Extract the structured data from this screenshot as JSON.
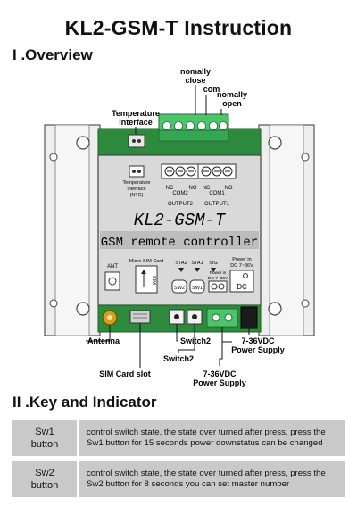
{
  "title": "KL2-GSM-T Instruction",
  "overview": {
    "heading": "I .Overview",
    "labels": {
      "nomally_close_1": "nomally",
      "nomally_close_2": "close",
      "com": "com",
      "nomally_open_1": "nomally",
      "nomally_open_2": "open",
      "temp_top_1": "Temperature",
      "temp_top_2": "interface",
      "antenna": "Antenna",
      "sim_slot": "SIM Card slot",
      "switch2_a": "Switch2",
      "switch2_b": "Switch2",
      "power_a_1": "7-36VDC",
      "power_a_2": "Power Supply",
      "power_b_1": "7-36VDC",
      "power_b_2": "Power Supply"
    },
    "board": {
      "temp_1": "Temperature",
      "temp_2": "interface",
      "temp_3": "(NTC)",
      "nc2": "NC",
      "com2": "COM2",
      "no2": "NO",
      "nc1": "NC",
      "com1": "COM1",
      "no1": "NO",
      "output2": "OUTPUT2",
      "output1": "OUTPUT1",
      "model": "KL2-GSM-T",
      "subtitle": "GSM remote controller",
      "ant": "ANT",
      "micro_sim": "Micro-SIM Card",
      "sim": "SIM",
      "sta2": "STA2",
      "sta1": "STA1",
      "sig": "SIG",
      "power_in_1": "Power in",
      "power_in_2": "DC 7~36V",
      "sw2": "SW2",
      "sw1": "SW1",
      "power_in_small_1": "Power in",
      "power_in_small_2": "DC 7~36V",
      "dc": "DC"
    }
  },
  "keys": {
    "heading": "II .Key and Indicator",
    "rows": [
      {
        "name_1": "Sw1",
        "name_2": "button",
        "desc": "control switch state, the state over turned after press, press the Sw1 button for 15 seconds power downstatus can be changed"
      },
      {
        "name_1": "Sw2",
        "name_2": "button",
        "desc": "control switch state, the state over turned after press, press the Sw2 button for 8 seconds you can set master number"
      }
    ]
  }
}
